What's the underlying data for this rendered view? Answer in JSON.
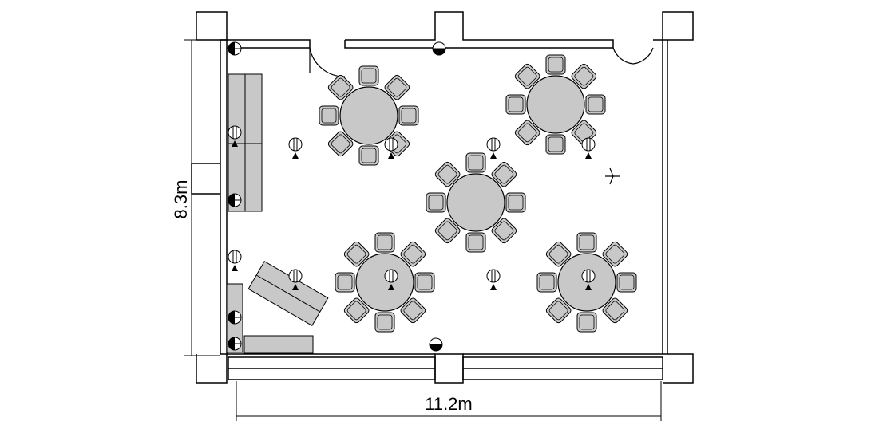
{
  "plan": {
    "width_label": "11.2m",
    "height_label": "8.3m",
    "round_table_count": 5,
    "chairs_per_table": 8
  },
  "colors": {
    "line": "#000000",
    "table_fill": "#c8c8c8",
    "chair_fill": "#c8c8c8",
    "background": "#ffffff"
  },
  "icons": [
    "ceiling-light-icon",
    "wall-outlet-icon",
    "speaker-icon",
    "door-swing-icon"
  ]
}
